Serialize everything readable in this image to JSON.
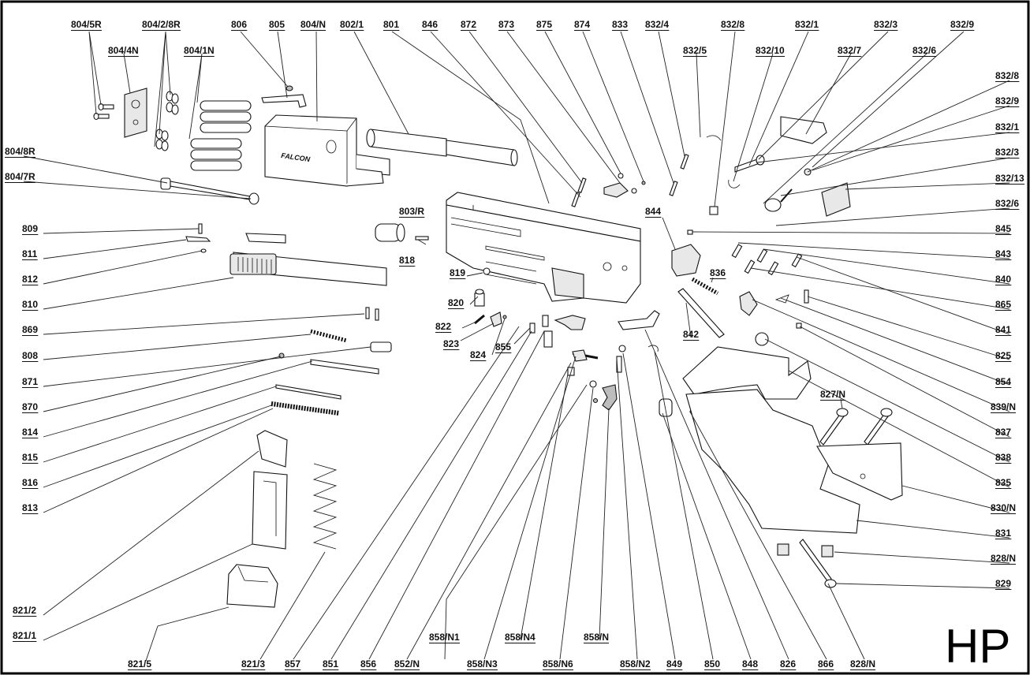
{
  "diagram": {
    "brand_mark": "HP",
    "receiver_logo": "FALCON",
    "part_labels": {
      "804_5R": "804/5R",
      "804_2_8R": "804/2/8R",
      "806": "806",
      "805": "805",
      "804_N": "804/N",
      "802_1": "802/1",
      "801": "801",
      "846": "846",
      "872": "872",
      "873": "873",
      "875": "875",
      "874": "874",
      "833": "833",
      "832_4": "832/4",
      "832_8_top": "832/8",
      "832_1_top": "832/1",
      "832_3_top": "832/3",
      "832_9_top": "832/9",
      "804_4N": "804/4N",
      "804_1N": "804/1N",
      "832_5": "832/5",
      "832_10": "832/10",
      "832_7": "832/7",
      "832_6_top": "832/6",
      "832_8_r": "832/8",
      "832_9_r": "832/9",
      "832_1_r": "832/1",
      "832_3_r": "832/3",
      "832_13": "832/13",
      "832_6_r": "832/6",
      "804_8R": "804/8R",
      "804_7R": "804/7R",
      "809": "809",
      "811": "811",
      "812": "812",
      "810": "810",
      "869": "869",
      "808": "808",
      "871": "871",
      "870": "870",
      "814": "814",
      "815": "815",
      "816": "816",
      "813": "813",
      "821_2": "821/2",
      "821_1": "821/1",
      "821_5": "821/5",
      "821_3": "821/3",
      "857": "857",
      "851": "851",
      "856": "856",
      "852_N": "852/N",
      "858_N3": "858/N3",
      "858_N6": "858/N6",
      "858_N2": "858/N2",
      "849": "849",
      "850": "850",
      "848": "848",
      "826": "826",
      "866": "866",
      "828_N_bottom": "828/N",
      "858_N1": "858/N1",
      "858_N4": "858/N4",
      "858_N": "858/N",
      "803_R": "803/R",
      "818": "818",
      "819": "819",
      "820": "820",
      "822": "822",
      "823": "823",
      "824": "824",
      "855": "855",
      "844": "844",
      "836": "836",
      "842": "842",
      "845": "845",
      "843": "843",
      "840": "840",
      "865": "865",
      "841": "841",
      "825": "825",
      "854": "854",
      "839_N": "839/N",
      "837": "837",
      "838": "838",
      "835": "835",
      "830_N": "830/N",
      "831": "831",
      "828_N_r": "828/N",
      "829": "829",
      "827_N": "827/N"
    }
  }
}
